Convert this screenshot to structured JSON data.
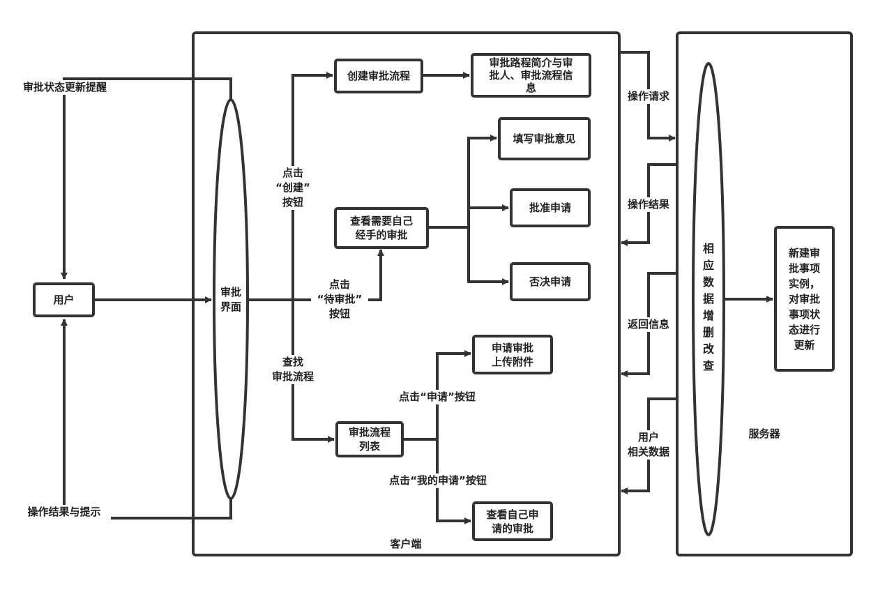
{
  "nodes": {
    "user": "用户",
    "approval_ui": "审批\n界面",
    "create_flow": "创建审批流程",
    "flow_intro": "审批路程简介与审\n批人、审批流程信\n息",
    "view_my_approvals": "查看需要自己\n经手的审批",
    "fill_opinion": "填写审批意见",
    "approve": "批准申请",
    "reject": "否决申请",
    "upload_attach": "申请审批\n上传附件",
    "flow_list": "审批流程\n列表",
    "view_my_requests": "查看自己申\n请的审批",
    "data_crud": "相应数据增删改查",
    "new_instance": "新建审\n批事项\n实例，\n对审批\n事项状\n态进行\n更新"
  },
  "containers": {
    "client": "客户端",
    "server": "服务器"
  },
  "edge_labels": {
    "status_update": "审批状态更新提醒",
    "result_hint": "操作结果与提示",
    "click_create": "点击\n“创建”\n按钮",
    "click_pending": "点击\n“待审批”\n按钮",
    "find_flow": "查找\n审批流程",
    "click_apply": "点击“申请”按钮",
    "click_my_apply": "点击“我的申请”按钮",
    "op_request": "操作请求",
    "op_result": "操作结果",
    "return_info": "返回信息",
    "user_data": "用户\n相关数据"
  }
}
